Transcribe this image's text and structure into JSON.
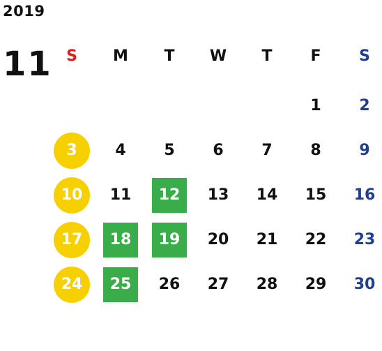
{
  "calendar": {
    "year": "2019",
    "month": "11",
    "colors": {
      "sunday_header": "#e31b1b",
      "saturday": "#1f3f91",
      "holiday_circle": "#f6d000",
      "highlight_square": "#3aad4b",
      "text": "#111111"
    },
    "weekday_headers": [
      "S",
      "M",
      "T",
      "W",
      "T",
      "F",
      "S"
    ],
    "weeks": [
      [
        {
          "day": ""
        },
        {
          "day": ""
        },
        {
          "day": ""
        },
        {
          "day": ""
        },
        {
          "day": ""
        },
        {
          "day": "1"
        },
        {
          "day": "2",
          "style": "saturday"
        }
      ],
      [
        {
          "day": "3",
          "style": "circle"
        },
        {
          "day": "4"
        },
        {
          "day": "5"
        },
        {
          "day": "6"
        },
        {
          "day": "7"
        },
        {
          "day": "8"
        },
        {
          "day": "9",
          "style": "saturday"
        }
      ],
      [
        {
          "day": "10",
          "style": "circle"
        },
        {
          "day": "11"
        },
        {
          "day": "12",
          "style": "square"
        },
        {
          "day": "13"
        },
        {
          "day": "14"
        },
        {
          "day": "15"
        },
        {
          "day": "16",
          "style": "saturday"
        }
      ],
      [
        {
          "day": "17",
          "style": "circle"
        },
        {
          "day": "18",
          "style": "square"
        },
        {
          "day": "19",
          "style": "square"
        },
        {
          "day": "20"
        },
        {
          "day": "21"
        },
        {
          "day": "22"
        },
        {
          "day": "23",
          "style": "saturday"
        }
      ],
      [
        {
          "day": "24",
          "style": "circle"
        },
        {
          "day": "25",
          "style": "square"
        },
        {
          "day": "26"
        },
        {
          "day": "27"
        },
        {
          "day": "28"
        },
        {
          "day": "29"
        },
        {
          "day": "30",
          "style": "saturday"
        }
      ]
    ]
  }
}
